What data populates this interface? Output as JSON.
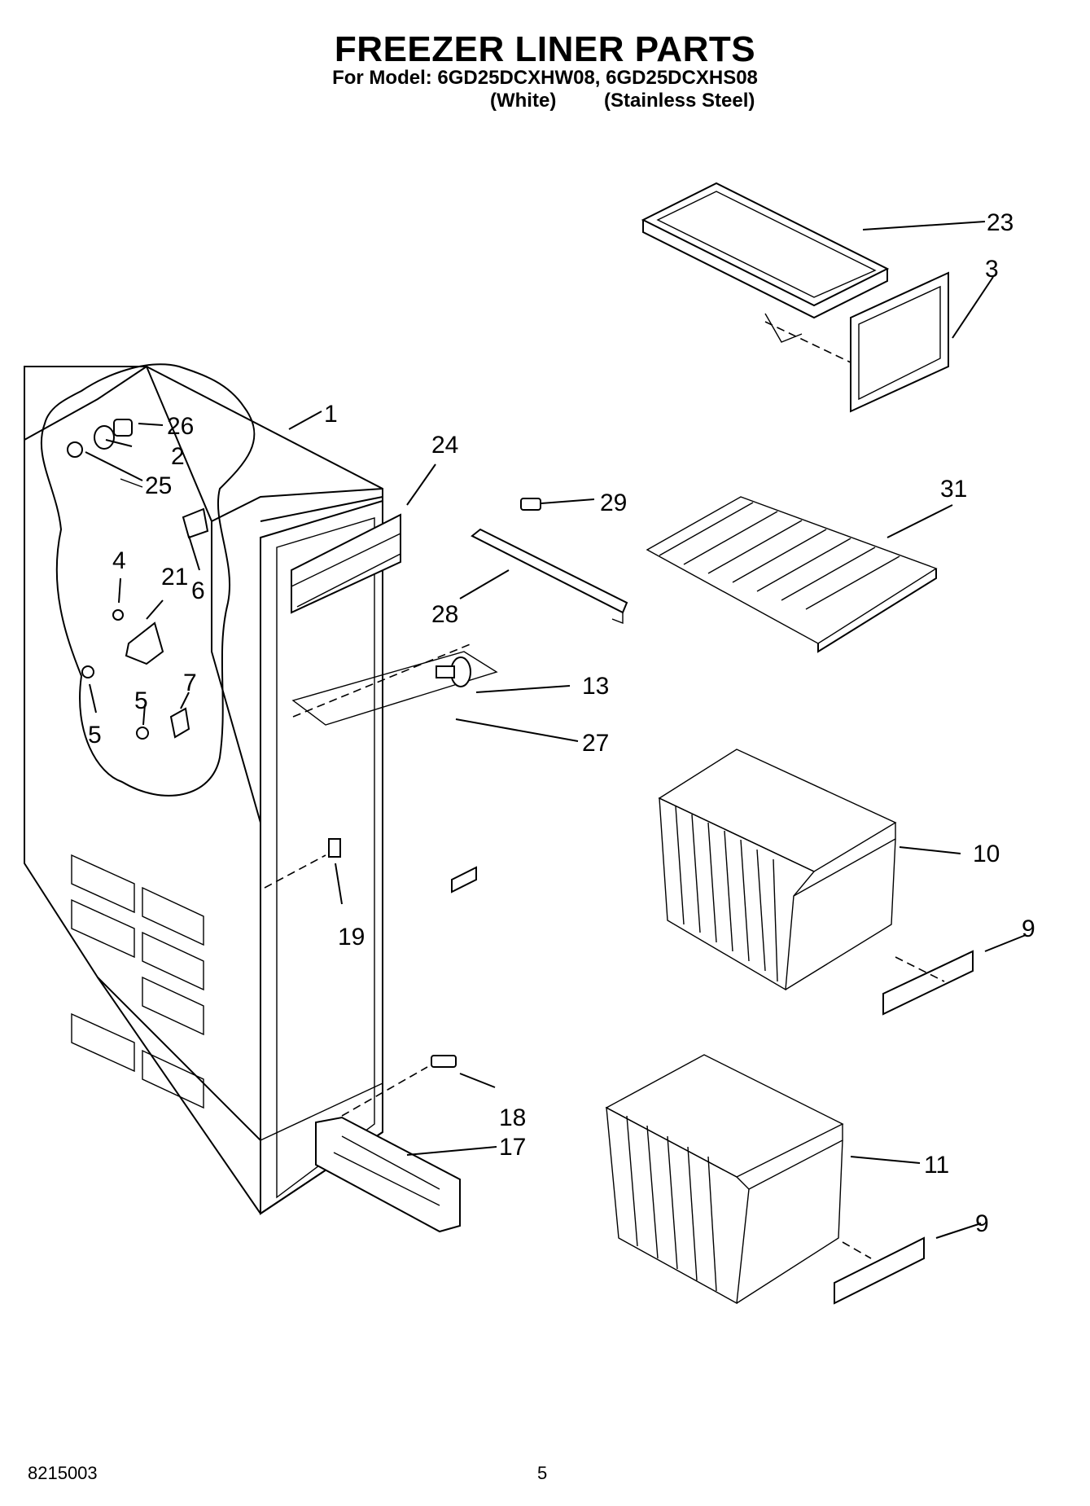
{
  "header": {
    "title": "FREEZER LINER PARTS",
    "model_line": "For Model: 6GD25DCXHW08, 6GD25DCXHS08",
    "variant_white": "(White)",
    "variant_stainless": "(Stainless Steel)"
  },
  "callouts": [
    "1",
    "2",
    "3",
    "4",
    "5",
    "5",
    "6",
    "7",
    "9",
    "9",
    "10",
    "11",
    "13",
    "17",
    "18",
    "19",
    "21",
    "23",
    "24",
    "25",
    "26",
    "27",
    "28",
    "29",
    "31"
  ],
  "footer": {
    "doc_number": "8215003",
    "page_number": "5"
  }
}
